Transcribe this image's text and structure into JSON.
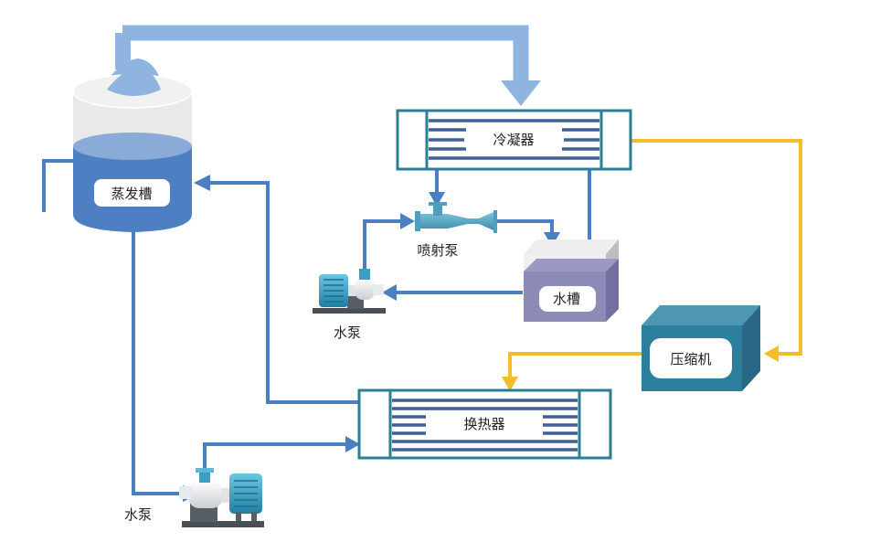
{
  "diagram": {
    "title": "",
    "components": {
      "evaporation_tank": {
        "label": "蒸发槽"
      },
      "condenser": {
        "label": "冷凝器"
      },
      "ejector_pump": {
        "label": "喷射泵"
      },
      "water_tank": {
        "label": "水槽"
      },
      "water_pump_upper": {
        "label": "水泵"
      },
      "compressor": {
        "label": "压缩机"
      },
      "heat_exchanger": {
        "label": "换热器"
      },
      "water_pump_lower": {
        "label": "水泵"
      }
    },
    "colors": {
      "vapor_pipe": "#8fb4e0",
      "water_pipe": "#4a7fc1",
      "refrigerant_pipe": "#f5bd2a",
      "exchanger_border": "#2a7f94",
      "exchanger_tubes": "#3f5f96",
      "tank_water": "#4f7fc3",
      "tank_top": "#e9e9e9",
      "water_tank_liquid": "#8c8bb8",
      "compressor_body": "#2d7f9e",
      "pump_motor": "#3ca6c8"
    },
    "flows": [
      {
        "from": "蒸发槽",
        "to": "冷凝器",
        "medium": "vapor"
      },
      {
        "from": "冷凝器",
        "to": "喷射泵",
        "medium": "water"
      },
      {
        "from": "冷凝器",
        "to": "水槽",
        "medium": "water"
      },
      {
        "from": "喷射泵",
        "to": "水槽",
        "medium": "water"
      },
      {
        "from": "水槽",
        "to": "水泵",
        "medium": "water"
      },
      {
        "from": "水泵",
        "to": "喷射泵",
        "medium": "water"
      },
      {
        "from": "冷凝器",
        "to": "压缩机",
        "medium": "refrigerant"
      },
      {
        "from": "压缩机",
        "to": "换热器",
        "medium": "refrigerant"
      },
      {
        "from": "换热器",
        "to": "蒸发槽",
        "medium": "water"
      },
      {
        "from": "蒸发槽",
        "to": "水泵",
        "medium": "water"
      },
      {
        "from": "水泵",
        "to": "换热器",
        "medium": "water"
      }
    ]
  }
}
